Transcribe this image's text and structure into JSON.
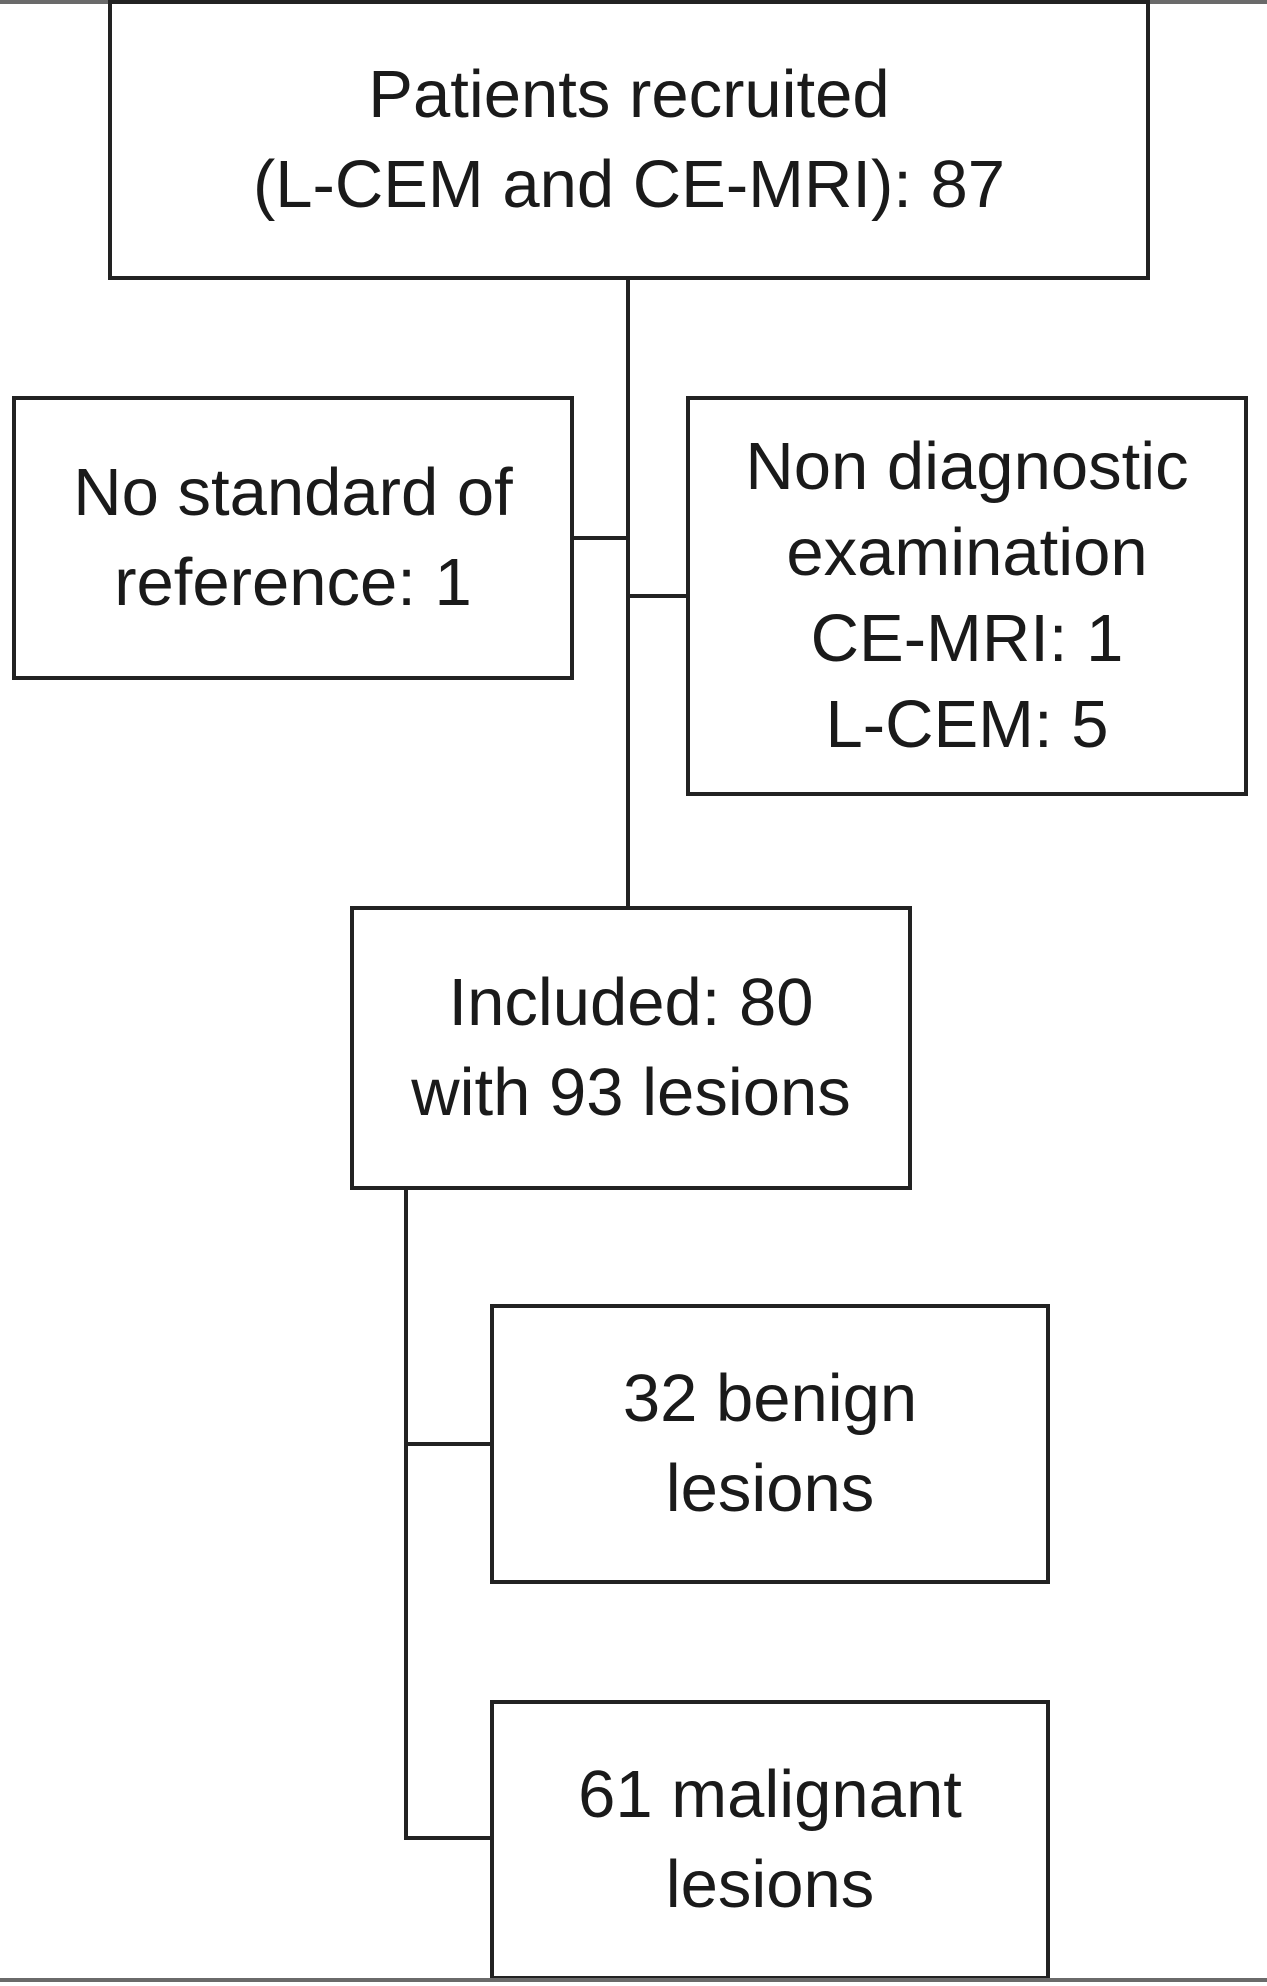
{
  "flowchart": {
    "recruited": {
      "line1": "Patients recruited",
      "line2": "(L-CEM and CE-MRI): 87"
    },
    "no_standard": {
      "line1": "No standard of",
      "line2": "reference: 1"
    },
    "non_diagnostic": {
      "line1": "Non diagnostic",
      "line2": "examination",
      "line3": "CE-MRI: 1",
      "line4": "L-CEM: 5"
    },
    "included": {
      "line1": "Included: 80",
      "line2": "with 93 lesions"
    },
    "benign": {
      "line1": "32 benign",
      "line2": "lesions"
    },
    "malignant": {
      "line1": "61 malignant",
      "line2": "lesions"
    }
  },
  "colors": {
    "line": "#222222",
    "background": "#ffffff",
    "text": "#1a1a1a"
  }
}
